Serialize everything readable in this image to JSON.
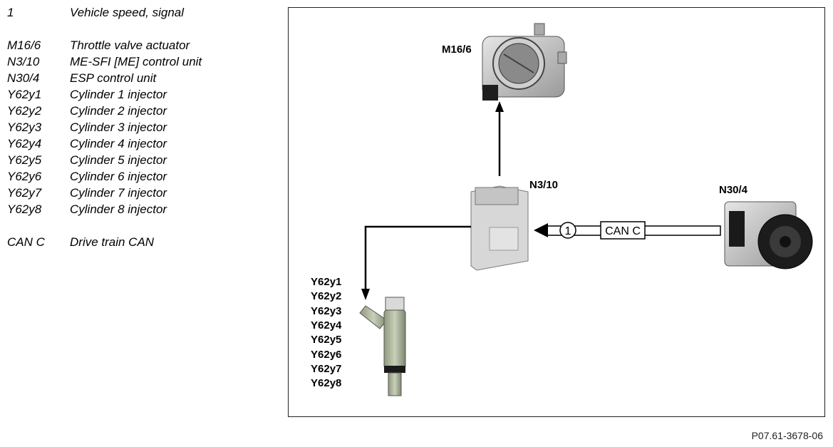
{
  "legend": {
    "items": [
      {
        "code": "1",
        "desc": "Vehicle speed, signal"
      },
      {
        "code": "M16/6",
        "desc": "Throttle valve actuator"
      },
      {
        "code": "N3/10",
        "desc": "ME-SFI [ME] control unit"
      },
      {
        "code": "N30/4",
        "desc": "ESP control unit"
      },
      {
        "code": "Y62y1",
        "desc": "Cylinder 1 injector"
      },
      {
        "code": "Y62y2",
        "desc": "Cylinder 2 injector"
      },
      {
        "code": "Y62y3",
        "desc": "Cylinder 3 injector"
      },
      {
        "code": "Y62y4",
        "desc": "Cylinder 4 injector"
      },
      {
        "code": "Y62y5",
        "desc": "Cylinder 5 injector"
      },
      {
        "code": "Y62y6",
        "desc": "Cylinder 6 injector"
      },
      {
        "code": "Y62y7",
        "desc": "Cylinder 7 injector"
      },
      {
        "code": "Y62y8",
        "desc": "Cylinder 8 injector"
      },
      {
        "code": "CAN C",
        "desc": "Drive train CAN"
      }
    ]
  },
  "diagram": {
    "throttle_label": "M16/6",
    "ecu_label": "N3/10",
    "esp_label": "N30/4",
    "signal_number": "1",
    "can_label": "CAN C",
    "injector_labels": [
      "Y62y1",
      "Y62y2",
      "Y62y3",
      "Y62y4",
      "Y62y5",
      "Y62y6",
      "Y62y7",
      "Y62y8"
    ]
  },
  "footer": {
    "reference": "P07.61-3678-06"
  }
}
